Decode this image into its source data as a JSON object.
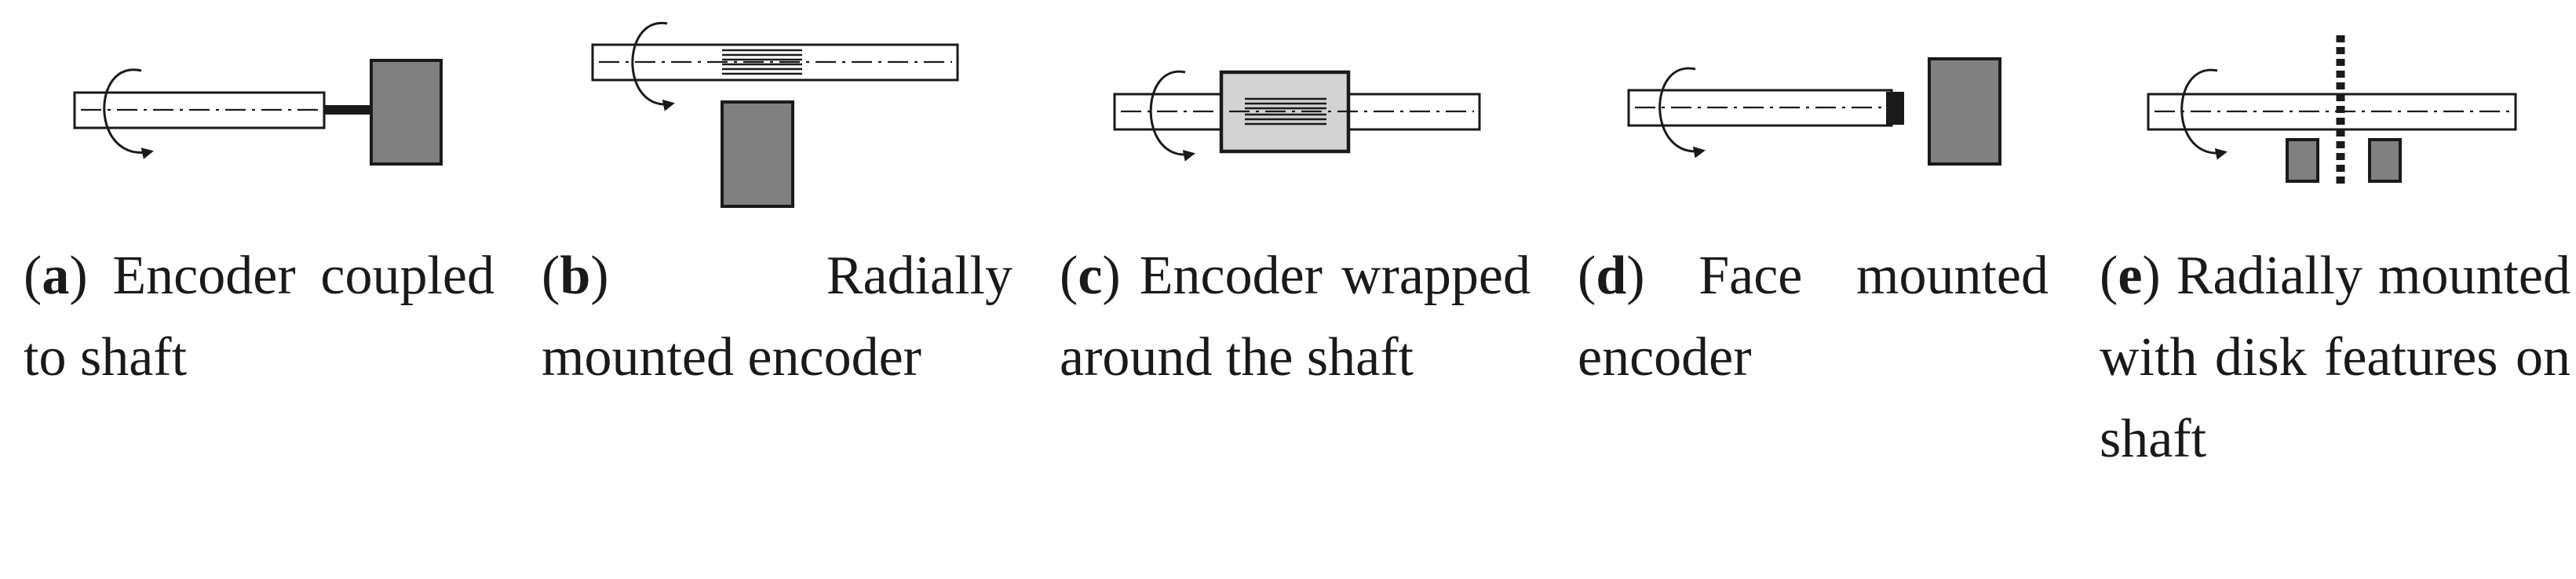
{
  "colors": {
    "encoder_fill": "#808080",
    "sleeve_fill": "#d3d3d3",
    "line": "#1a1a1a",
    "background": "#ffffff"
  },
  "panels": [
    {
      "letter": "a",
      "caption": "Encoder coupled to shaft"
    },
    {
      "letter": "b",
      "caption": "Radially mounted encoder"
    },
    {
      "letter": "c",
      "caption": "Encoder wrapped around the shaft"
    },
    {
      "letter": "d",
      "caption": "Face mounted encoder"
    },
    {
      "letter": "e",
      "caption": "Radially mounted with disk features on shaft"
    }
  ]
}
